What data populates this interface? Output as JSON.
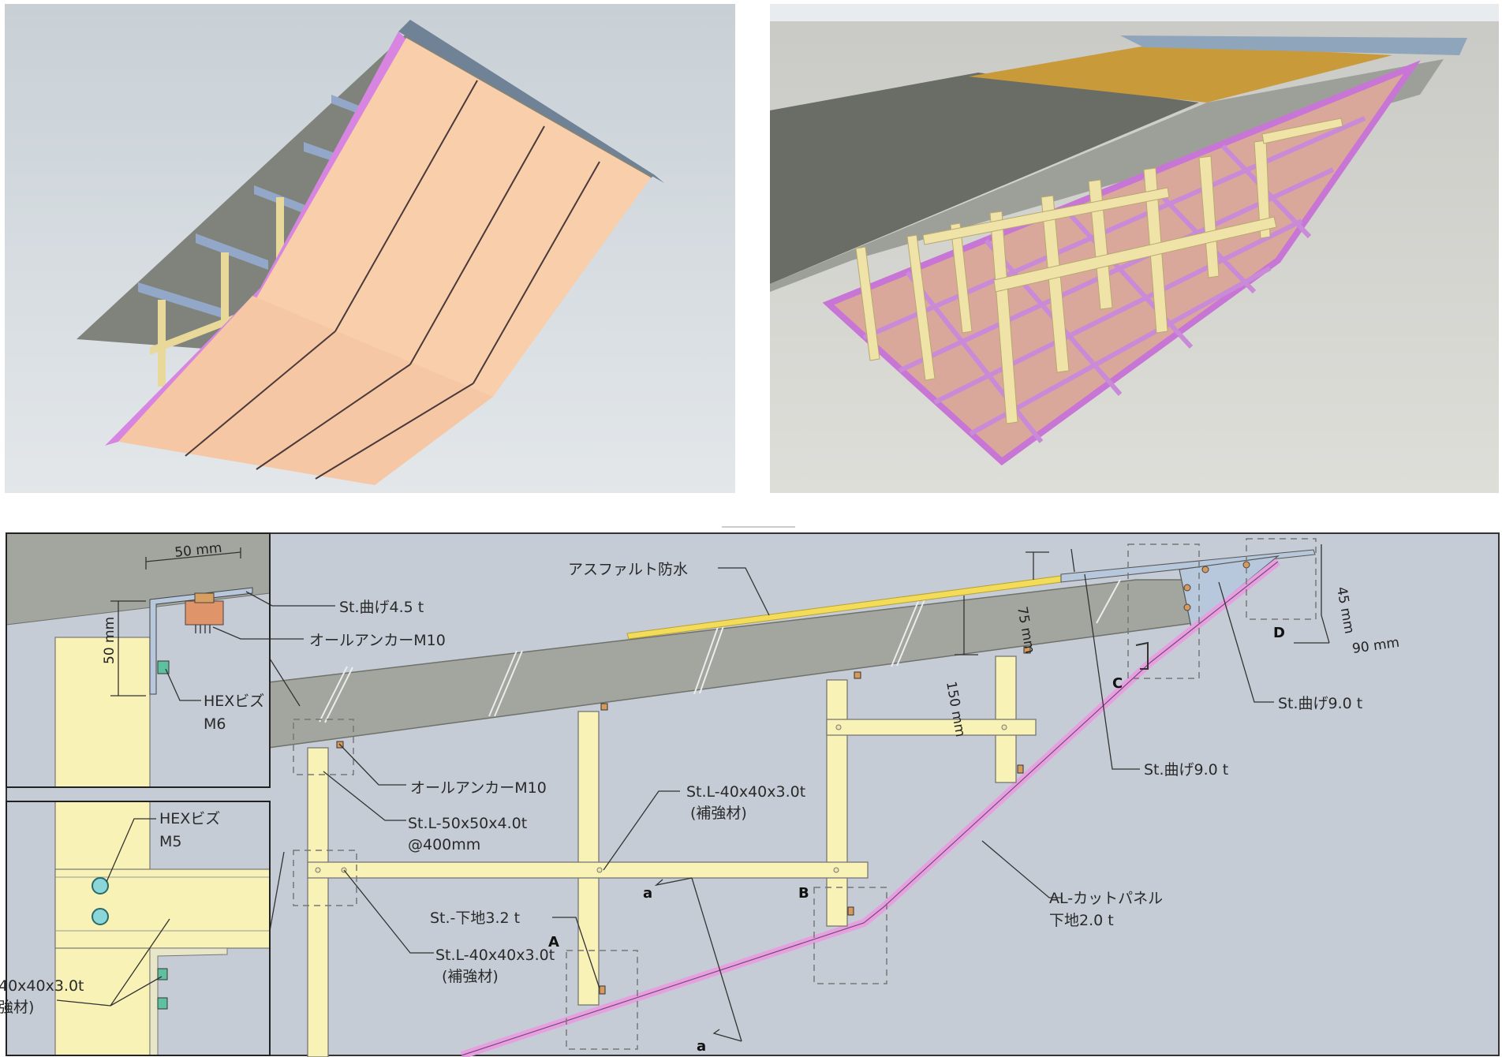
{
  "views": {
    "top_left": "3D view - panel underside",
    "top_right": "3D view - substructure frame"
  },
  "labels": {
    "asphalt": "アスファルト防水",
    "st_bend_45": "St.曲げ4.5 t",
    "all_anchor_inset": "オールアンカーM10",
    "hex_m6_line1": "HEXビズ",
    "hex_m6_line2": "M6",
    "hex_m5_line1": "HEXビズ",
    "hex_m5_line2": "M5",
    "inset_bottom_line1": "40x40x3.0t",
    "inset_bottom_line2": "強材)",
    "all_anchor_main": "オールアンカーM10",
    "st_l50_line1": "St.L-50x50x4.0t",
    "st_l50_line2": "@400mm",
    "st_l40_top_line1": "St.L-40x40x3.0t",
    "st_l40_top_line2": "(補強材)",
    "st_base": "St.-下地3.2 t",
    "st_l40_bottom_line1": "St.L-40x40x3.0t",
    "st_l40_bottom_line2": "(補強材)",
    "st_bend_90_right": "St.曲げ9.0 t",
    "st_bend_90_mid": "St.曲げ9.0 t",
    "al_panel_line1": "AL-カットパネル",
    "al_panel_line2": "下地2.0 t"
  },
  "dimensions": {
    "d50_h": "50 mm",
    "d50_v": "50 mm",
    "d75": "75 mm",
    "d150": "150 mm",
    "d45": "45 mm",
    "d90": "90 mm"
  },
  "markers": {
    "A": "A",
    "B": "B",
    "C": "C",
    "D": "D",
    "a1": "a",
    "a2": "a"
  },
  "colors": {
    "concrete": "#a3a59f",
    "concrete_dark": "#6b6c66",
    "wood": "#f8f2b6",
    "panel_pink": "#e6a0e0",
    "panel_face": "#f9cfae",
    "plate_blue": "#b8c8dc",
    "asphalt_yellow": "#f2dc5a",
    "background_gray": "#c4ccd4"
  }
}
